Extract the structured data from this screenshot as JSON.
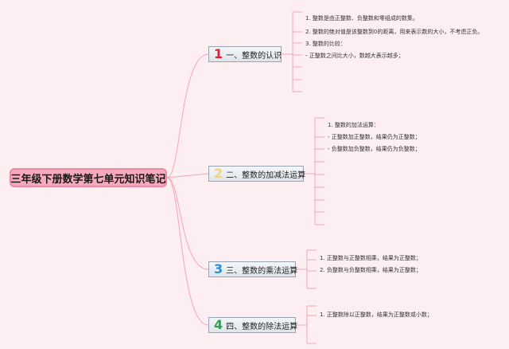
{
  "root": {
    "title": "三年级下册数学第七单元知识笔记"
  },
  "branches": [
    {
      "num": "1",
      "num_color": "#e0202f",
      "label": "一、整数的认识",
      "leaves": [
        "1. 整数是由正整数、负整数和零组成的数集。",
        "2. 整数的绝对值是该整数到0的距离，用来表示数的大小，不考虑正负。",
        "3. 整数的比较：",
        "- 正整数之间比大小，数越大表示越多；"
      ]
    },
    {
      "num": "2",
      "num_color": "#f2d27a",
      "label": "二、整数的加减法运算",
      "leaves": [
        "1. 整数的加法运算：",
        "- 正整数加正整数，结果仍为正整数；",
        "- 负整数加负整数，结果仍为负整数；"
      ]
    },
    {
      "num": "3",
      "num_color": "#2a8fd6",
      "label": "三、整数的乘法运算",
      "leaves": [
        "1. 正整数与正整数相乘，结果为正整数；",
        "2. 负整数与负整数相乘，结果为正整数；"
      ]
    },
    {
      "num": "4",
      "num_color": "#2fa14a",
      "label": "四、整数的除法运算",
      "leaves": [
        "1. 正整数除以正整数，结果为正整数或小数；"
      ]
    }
  ],
  "colors": {
    "background": "#fdeef2",
    "line": "#f2a5b8",
    "root_fill": "#f7a9bd"
  }
}
